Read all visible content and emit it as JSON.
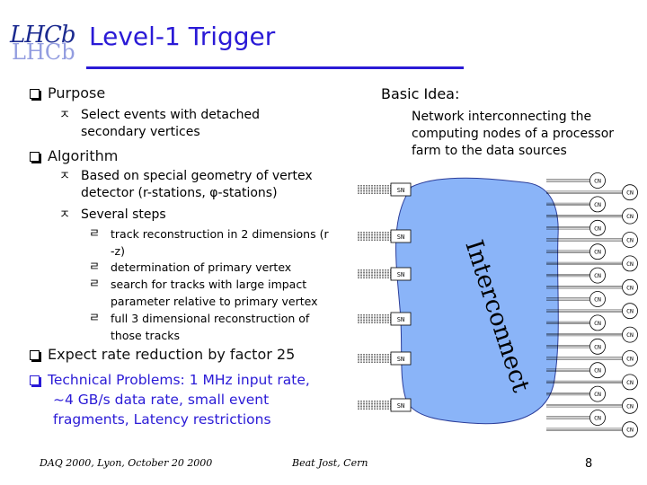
{
  "header": {
    "logo": "LHCb",
    "title": "Level-1 Trigger"
  },
  "purpose": {
    "heading": "Purpose",
    "items": [
      "Select events with detached",
      "secondary vertices"
    ]
  },
  "algorithm": {
    "heading": "Algorithm",
    "items": [
      "Based on special geometry of vertex",
      "detector (r-stations, φ-stations)",
      "Several steps"
    ],
    "steps": [
      [
        "track reconstruction in 2 dimensions (r",
        "-z)"
      ],
      [
        "determination of primary vertex"
      ],
      [
        "search for tracks with large impact",
        "parameter relative to primary vertex"
      ],
      [
        "full 3 dimensional reconstruction of",
        "those tracks"
      ]
    ]
  },
  "expect": "Expect rate reduction by factor 25",
  "technical": [
    "Technical Problems: 1 MHz input rate,",
    "~4 GB/s data rate, small event",
    "fragments, Latency restrictions"
  ],
  "basic_idea": {
    "heading": "Basic Idea:",
    "lines": [
      "Network interconnecting the",
      "computing nodes of a processor",
      "farm to the data sources"
    ]
  },
  "diagram": {
    "interconnect_label": "Interconnect",
    "sn_label": "SN",
    "cn_label": "CN",
    "sn_count": 6,
    "cn_count": 22
  },
  "footer": {
    "left": "DAQ 2000, Lyon, October 20 2000",
    "middle": "Beat Jost, Cern",
    "page": "8"
  },
  "colors": {
    "title": "#2a1ad6",
    "blob": "#8ab4f8"
  }
}
